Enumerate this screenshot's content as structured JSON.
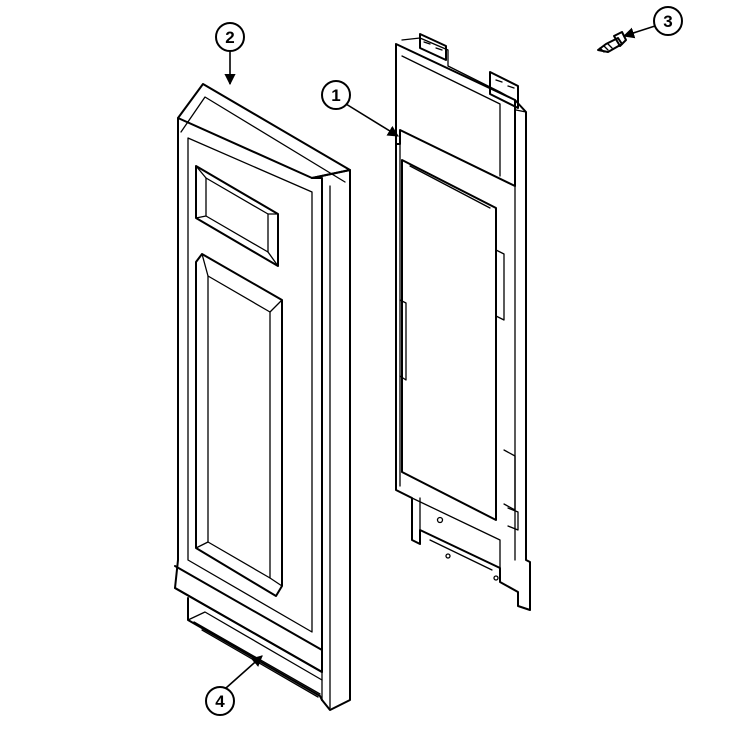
{
  "callouts": [
    {
      "id": "callout-1",
      "label": "1"
    },
    {
      "id": "callout-2",
      "label": "2"
    },
    {
      "id": "callout-3",
      "label": "3"
    },
    {
      "id": "callout-4",
      "label": "4"
    }
  ]
}
